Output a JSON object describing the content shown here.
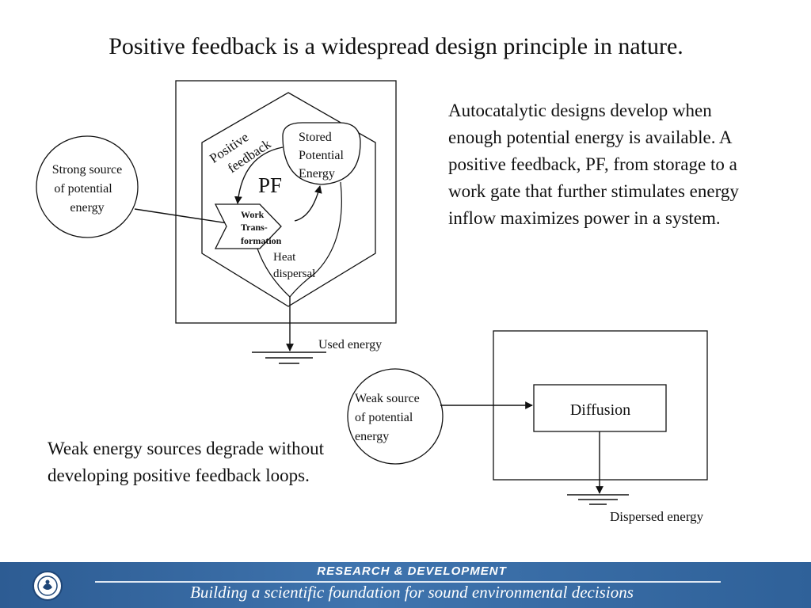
{
  "title": "Positive feedback is a widespread design principle in nature.",
  "right_text": "Autocatalytic designs develop when enough potential energy is available. A positive feedback, PF, from storage to a work gate that further stimulates energy inflow maximizes power in a system.",
  "left_text": "Weak energy sources degrade without developing positive feedback loops.",
  "diagram1": {
    "source_lines": [
      "Strong source",
      "of potential",
      "energy"
    ],
    "storage_lines": [
      "Stored",
      "Potential",
      "Energy"
    ],
    "pf_label": "PF",
    "positive_feedback_lines": [
      "Positive",
      "feedback"
    ],
    "work_lines": [
      "Work",
      "Trans-",
      "formation"
    ],
    "heat_lines": [
      "Heat",
      "dispersal"
    ],
    "used_energy": "Used energy"
  },
  "diagram2": {
    "source_lines": [
      "Weak source",
      "of potential",
      "energy"
    ],
    "process_label": "Diffusion",
    "dispersed_energy": "Dispersed energy"
  },
  "footer": {
    "line1": "RESEARCH &  DEVELOPMENT",
    "line2": "Building a scientific foundation for sound environmental decisions",
    "bar_color": "#3a6ea8"
  }
}
